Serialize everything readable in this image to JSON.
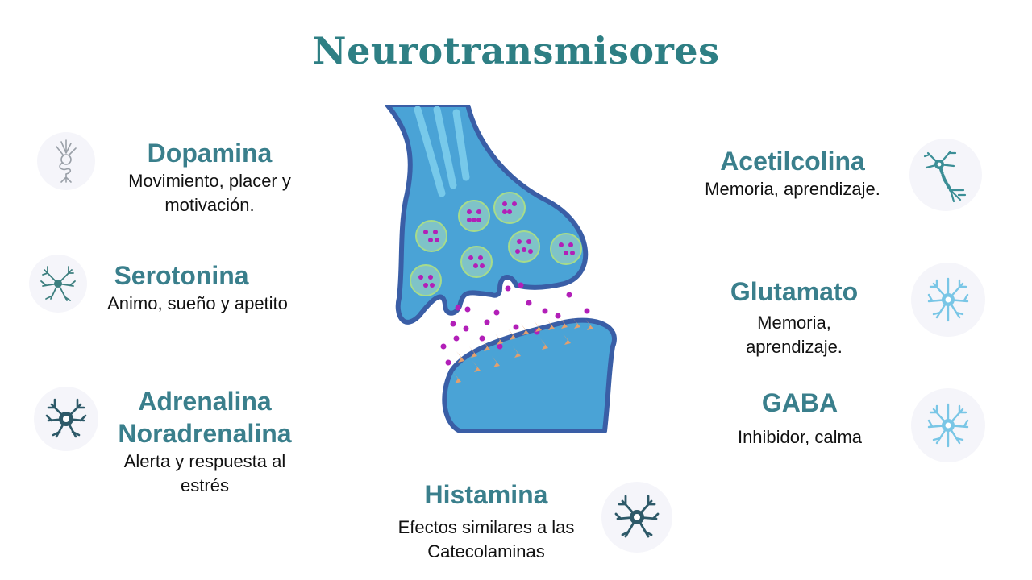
{
  "title": "Neurotransmisores",
  "items": {
    "dopamina": {
      "name": "Dopamina",
      "desc_1": "Movimiento, placer y",
      "desc_2": "motivación."
    },
    "serotonina": {
      "name": "Serotonina",
      "desc_1": "Animo, sueño y apetito"
    },
    "adrenalina": {
      "name_1": "Adrenalina",
      "name_2": "Noradrenalina",
      "desc_1": "Alerta y respuesta al",
      "desc_2": "estrés"
    },
    "histamina": {
      "name": "Histamina",
      "desc_1": "Efectos similares a las",
      "desc_2": "Catecolaminas"
    },
    "acetilcolina": {
      "name": "Acetilcolina",
      "desc_1": "Memoria, aprendizaje."
    },
    "glutamato": {
      "name": "Glutamato",
      "desc_1": "Memoria,",
      "desc_2": "aprendizaje."
    },
    "gaba": {
      "name": "GABA",
      "desc_1": "Inhibidor, calma"
    }
  },
  "icons": {
    "dopamina": "neuron-sketch-icon",
    "serotonina": "neuron-teal-icon",
    "adrenalina": "neuron-dark-icon",
    "histamina": "neuron-dark-icon",
    "acetilcolina": "neuron-axon-icon",
    "glutamato": "neuron-light-icon",
    "gaba": "neuron-light-icon"
  },
  "colors": {
    "title": "#2e7f84",
    "name": "#3a7f8c",
    "neuron_fill": "#4aa3d6",
    "neuron_outline": "#3a5ea6",
    "vesicle_fill": "#7fc3c8",
    "molecule": "#b21fb8",
    "receptor": "#e3a06e"
  }
}
